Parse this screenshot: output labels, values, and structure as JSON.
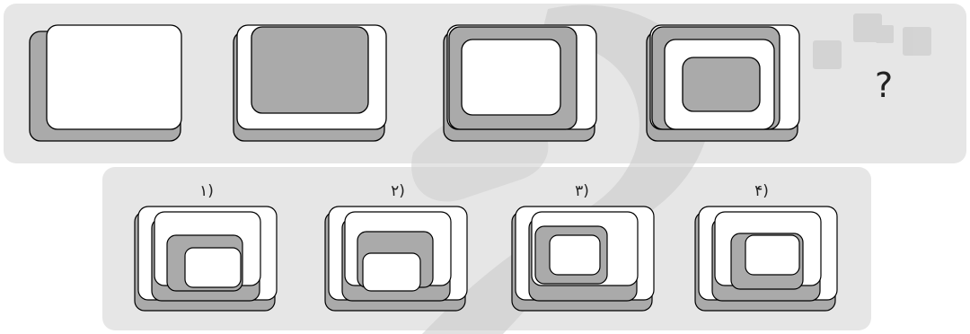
{
  "question": {
    "mark": "?"
  },
  "options": {
    "labels": [
      "۱)",
      "۲)",
      "۳)",
      "۴)"
    ]
  }
}
